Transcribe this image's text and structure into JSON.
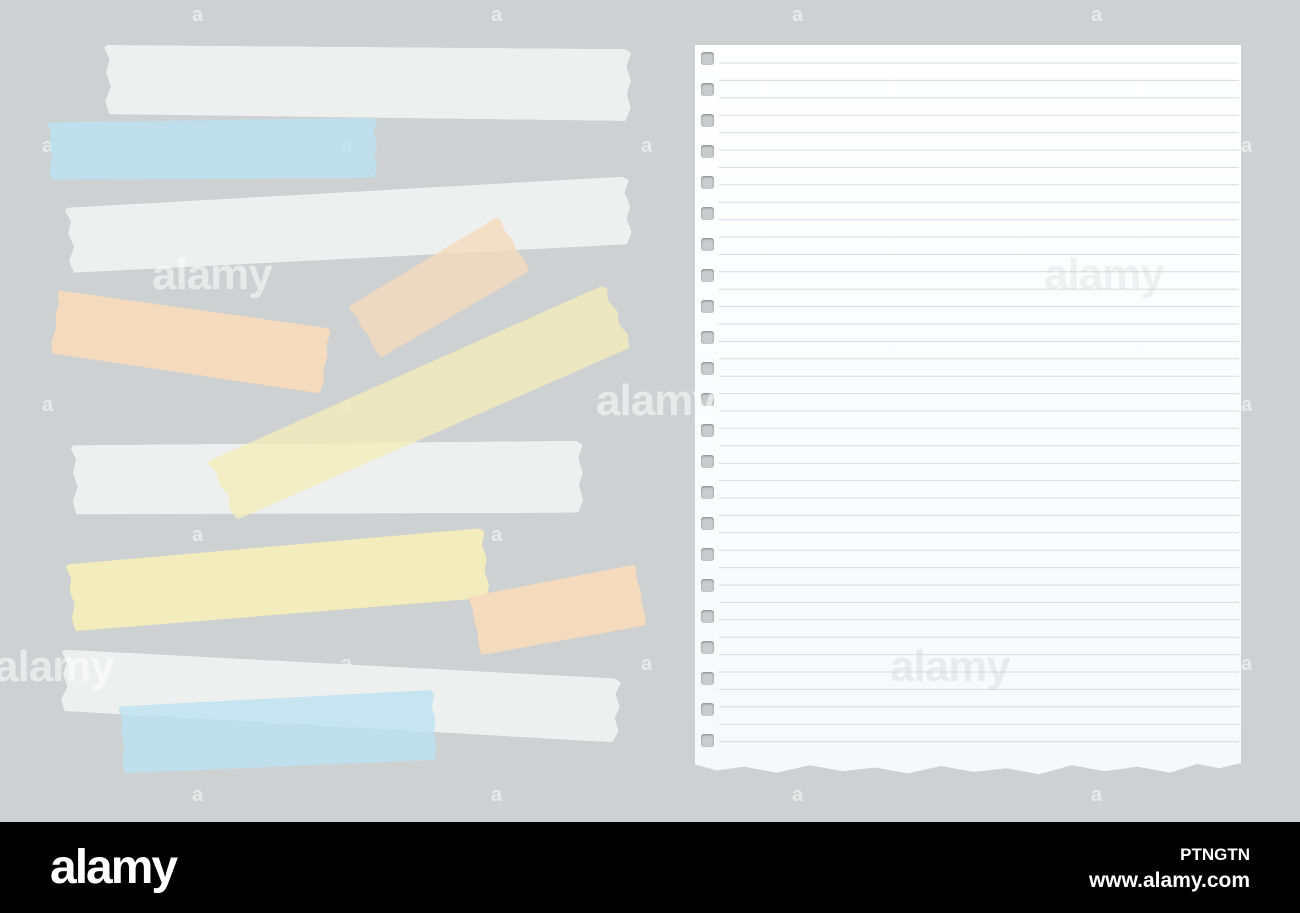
{
  "colors": {
    "background": "#ced1d1",
    "footer": "#000000",
    "tape_white": "#eef0ef",
    "tape_blue": "#bde2f2",
    "tape_orange": "#f4dbbd",
    "tape_yellow": "#f3ecbc",
    "paper": "#ffffff",
    "paper_line": "#d6dce0"
  },
  "watermark": {
    "word": "alamy",
    "mark": "a"
  },
  "footer": {
    "logo": "alamy",
    "image_id": "PTNGTN",
    "url": "www.alamy.com"
  },
  "tapes": [
    {
      "name": "tape-white-1",
      "color": "tape_white"
    },
    {
      "name": "tape-blue-1",
      "color": "tape_blue"
    },
    {
      "name": "tape-white-2",
      "color": "tape_white"
    },
    {
      "name": "tape-orange-1",
      "color": "tape_orange"
    },
    {
      "name": "tape-orange-2",
      "color": "tape_orange"
    },
    {
      "name": "tape-white-3",
      "color": "tape_white"
    },
    {
      "name": "tape-yellow-1",
      "color": "tape_yellow"
    },
    {
      "name": "tape-yellow-2",
      "color": "tape_yellow"
    },
    {
      "name": "tape-orange-3",
      "color": "tape_orange"
    },
    {
      "name": "tape-white-4",
      "color": "tape_white"
    },
    {
      "name": "tape-blue-2",
      "color": "tape_blue"
    }
  ]
}
